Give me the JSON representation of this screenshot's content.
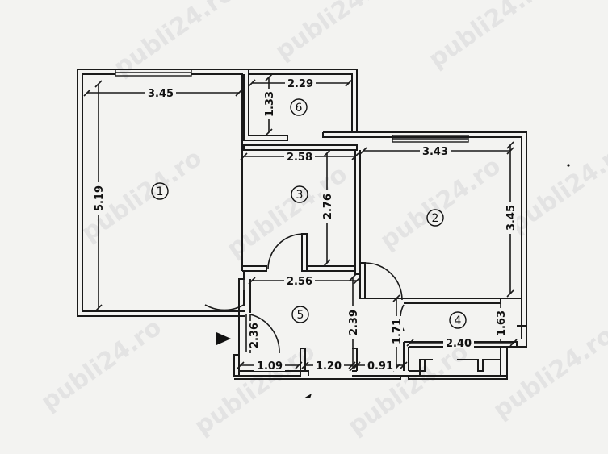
{
  "watermark": "publi24.ro",
  "rooms": [
    {
      "id": "1"
    },
    {
      "id": "2"
    },
    {
      "id": "3"
    },
    {
      "id": "4"
    },
    {
      "id": "5"
    },
    {
      "id": "6"
    }
  ],
  "dimensions": {
    "room1_width": "3.45",
    "room1_length": "5.19",
    "room6_width": "2.29",
    "room6_length": "1.33",
    "room3_width": "2.58",
    "room3_length": "2.76",
    "room2_width": "3.43",
    "room2_length": "3.45",
    "room5_width": "2.56",
    "room5_length": "2.39",
    "entrance_length": "2.36",
    "hall_length": "1.71",
    "room4_width": "2.40",
    "room4_length": "1.63",
    "bottom_left": "1.09",
    "bottom_mid": "1.20",
    "bottom_right": "0.91"
  },
  "colors": {
    "ink": "#1a1a1a",
    "paper": "#f3f3f1",
    "watermark": "#e3e3e3"
  }
}
